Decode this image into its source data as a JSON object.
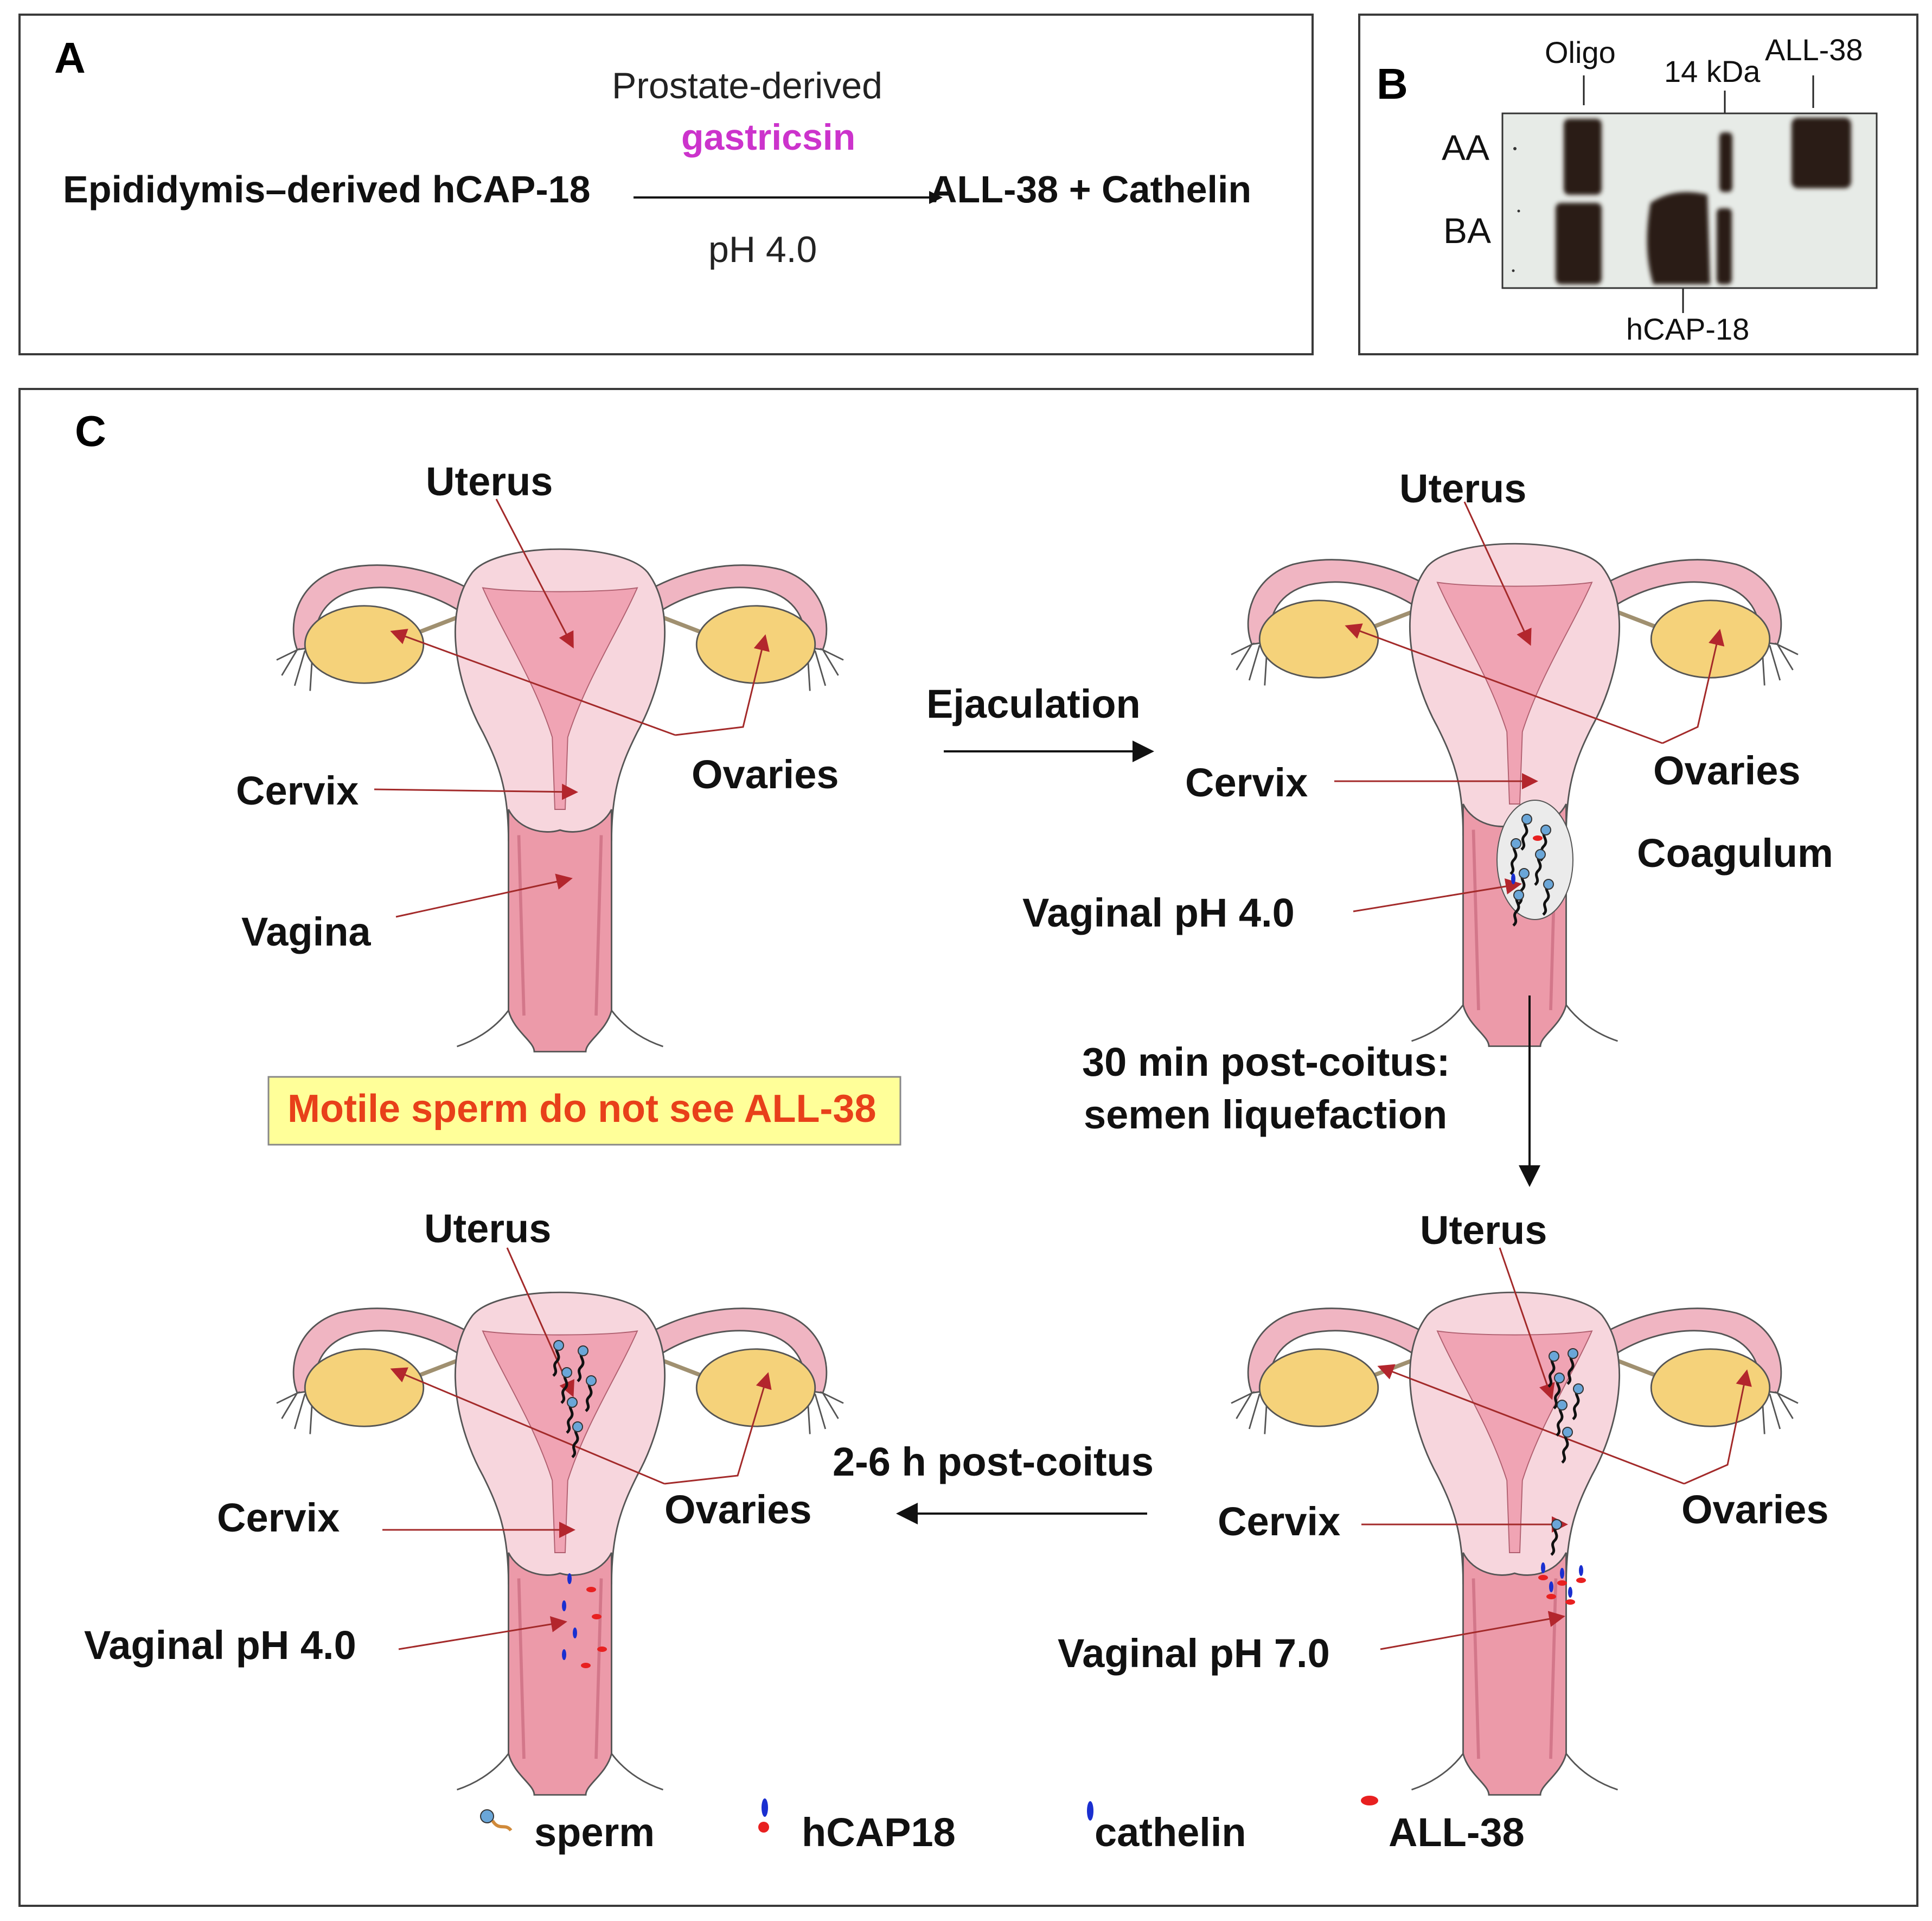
{
  "panel_a": {
    "letter": "A",
    "substrate": "Epididymis–derived hCAP-18",
    "enzyme_source": "Prostate-derived",
    "enzyme": "gastricsin",
    "condition": "pH 4.0",
    "products": "ALL-38 + Cathelin"
  },
  "panel_b": {
    "letter": "B",
    "lane_labels": [
      "Oligo",
      "14 kDa",
      "ALL-38"
    ],
    "row_labels": [
      "AA",
      "BA"
    ],
    "bottom_label": "hCAP-18"
  },
  "panel_c": {
    "letter": "C",
    "stage1": {
      "uterus": "Uterus",
      "ovaries": "Ovaries",
      "cervix": "Cervix",
      "vagina": "Vagina"
    },
    "arrow1": "Ejaculation",
    "stage2": {
      "uterus": "Uterus",
      "ovaries": "Ovaries",
      "cervix": "Cervix",
      "coagulum": "Coagulum",
      "vaginal_ph": "Vaginal pH 4.0"
    },
    "arrow2_line1": "30 min post-coitus:",
    "arrow2_line2": "semen liquefaction",
    "stage3": {
      "uterus": "Uterus",
      "ovaries": "Ovaries",
      "cervix": "Cervix",
      "vaginal_ph": "Vaginal pH 7.0"
    },
    "arrow3": "2-6 h post-coitus",
    "stage4": {
      "uterus": "Uterus",
      "ovaries": "Ovaries",
      "cervix": "Cervix",
      "vaginal_ph": "Vaginal pH 4.0"
    },
    "note": "Motile sperm do not see ALL-38",
    "legend": [
      {
        "name": "sperm-legend",
        "label": "sperm"
      },
      {
        "name": "hcap18-legend",
        "label": "hCAP18"
      },
      {
        "name": "cathelin-legend",
        "label": "cathelin"
      },
      {
        "name": "all38-legend",
        "label": "ALL-38"
      }
    ]
  },
  "colors": {
    "gastricsin": "#cc33cc",
    "note_text": "#e8401a",
    "note_bg": "#ffff99",
    "label_arrow": "#a32a2a",
    "tissue": "#f2b8c4",
    "ovary": "#f5d27a"
  }
}
